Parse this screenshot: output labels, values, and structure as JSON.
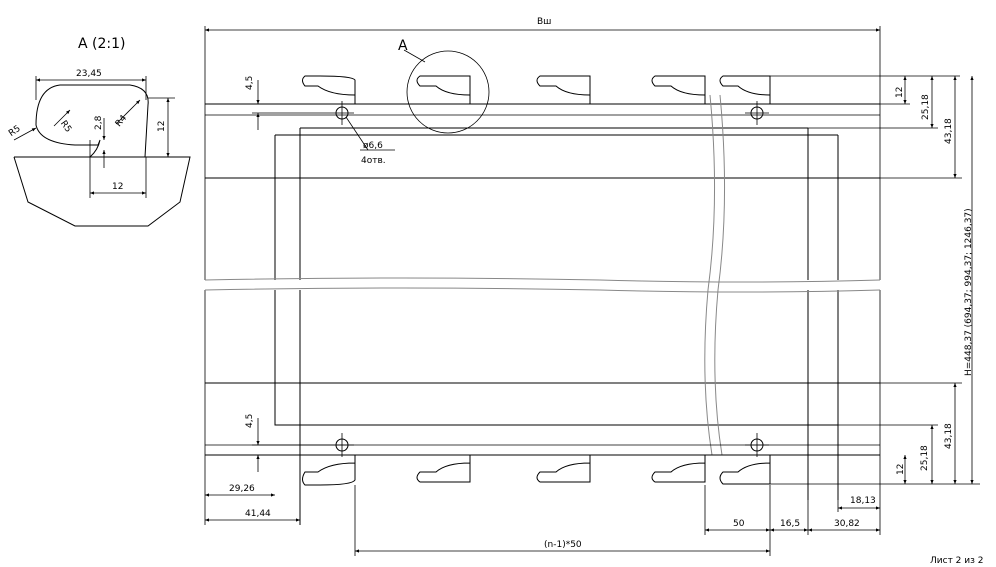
{
  "detail": {
    "title": "A (2:1)",
    "dim_width": "23,45",
    "dim_r5_a": "R5",
    "dim_r5_b": "R5",
    "dim_r4": "R4",
    "dim_depth": "2,8",
    "dim_height": "12",
    "dim_bottom": "12"
  },
  "main": {
    "width_label": "Вш",
    "callout_label": "A",
    "hole_dia": "ø6,6",
    "hole_count": "4отв.",
    "dim_4_5_top": "4,5",
    "dim_4_5_bottom": "4,5",
    "dim_12_top": "12",
    "dim_25_18_top": "25,18",
    "dim_43_18_top": "43,18",
    "dim_12_bottom": "12",
    "dim_25_18_bottom": "25,18",
    "dim_43_18_bottom": "43,18",
    "dim_height": "H=448,37 (694,37; 994,37; 1246,37)",
    "dim_29_26": "29,26",
    "dim_41_44": "41,44",
    "dim_50": "50",
    "dim_16_5": "16,5",
    "dim_30_82": "30,82",
    "dim_18_13": "18,13",
    "dim_pitch": "(n-1)*50"
  },
  "sheet": "Лист 2 из 2"
}
